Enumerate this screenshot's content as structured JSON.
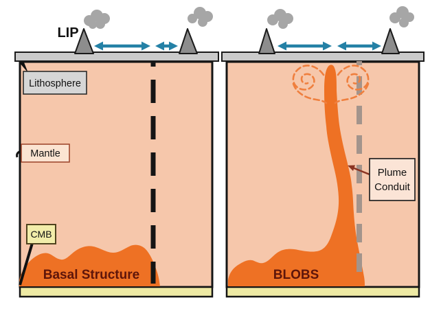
{
  "diagram": {
    "left_panel": {
      "caption": "Basal Structure",
      "labels": {
        "lip": "LIP",
        "lithosphere": "Lithosphere",
        "mantle": "Mantle",
        "cmb": "CMB"
      }
    },
    "right_panel": {
      "caption": "BLOBS",
      "plume_callout": {
        "line1": "Plume",
        "line2": "Conduit"
      }
    },
    "colors": {
      "background": "#ffffff",
      "mantle_fill": "#f6c7ab",
      "anomaly_orange": "#ee7124",
      "swirl_orange": "#ef7f3e",
      "plate_gray": "#cbcbcb",
      "volcano_gray": "#8d8d8d",
      "smoke_gray": "#a6a6a6",
      "arrow_teal": "#2481a6",
      "cmb_strip_yellow": "#eeeaa4",
      "label_box_gray": "#d6d6d6",
      "label_box_pink": "#fbe4d2",
      "label_box_yellow": "#f2edaa",
      "structure_text_maroon": "#5e150a",
      "callout_arrow_brown": "#8b3422",
      "plume_axis_gray": "#a3948c",
      "spreading_axis_black": "#151515"
    }
  }
}
